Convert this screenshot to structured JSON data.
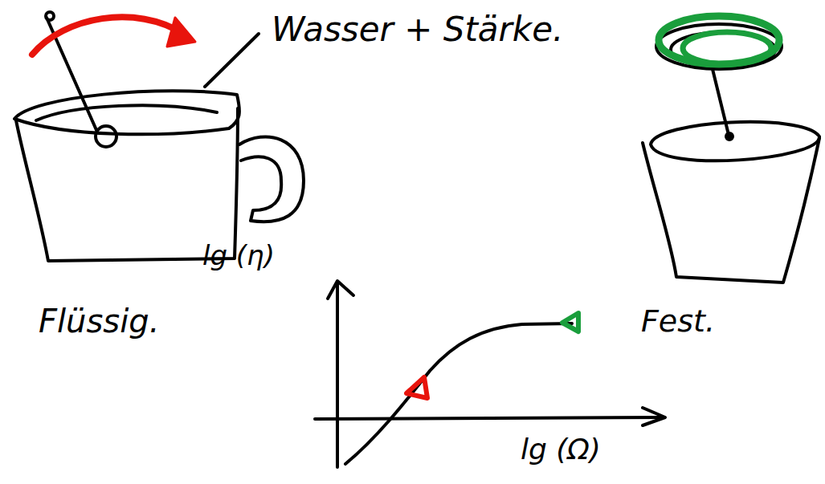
{
  "diagram": {
    "labels": [
      "Wasser + Stärke.",
      "lg (η)",
      "Flüssig.",
      "Fest.",
      "lg (Ω)"
    ]
  }
}
